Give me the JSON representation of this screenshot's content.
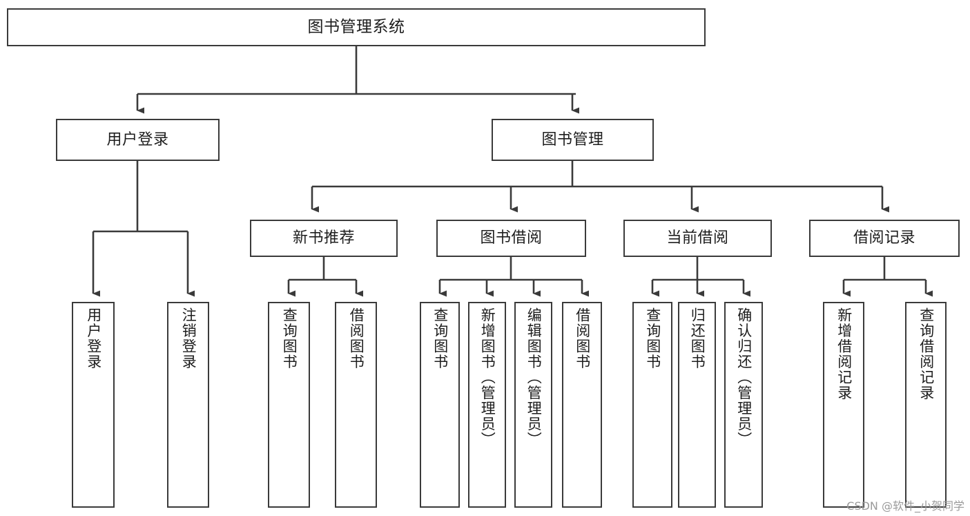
{
  "diagram": {
    "type": "tree",
    "title": "图书管理系统",
    "watermark": "CSDN @软件_小贺同学",
    "colors": {
      "stroke": "#3a3a3a",
      "fill": "#ffffff",
      "text": "#1d1d1d",
      "watermark": "#9a9a9a"
    },
    "root": {
      "label": "图书管理系统"
    },
    "level1": [
      {
        "label": "用户登录"
      },
      {
        "label": "图书管理"
      }
    ],
    "level2": [
      {
        "label": "新书推荐"
      },
      {
        "label": "图书借阅"
      },
      {
        "label": "当前借阅"
      },
      {
        "label": "借阅记录"
      }
    ],
    "leaves": {
      "user_login": [
        {
          "label": "用户登录"
        },
        {
          "label": "注销登录"
        }
      ],
      "new_book": [
        {
          "label": "查询图书"
        },
        {
          "label": "借阅图书"
        }
      ],
      "book_borrow": [
        {
          "label": "查询图书"
        },
        {
          "label": "新增图书（管理员）"
        },
        {
          "label": "编辑图书（管理员）"
        },
        {
          "label": "借阅图书"
        }
      ],
      "current_borrow": [
        {
          "label": "查询图书"
        },
        {
          "label": "归还图书"
        },
        {
          "label": "确认归还（管理员）"
        }
      ],
      "borrow_record": [
        {
          "label": "新增借阅记录"
        },
        {
          "label": "查询借阅记录"
        }
      ]
    }
  }
}
